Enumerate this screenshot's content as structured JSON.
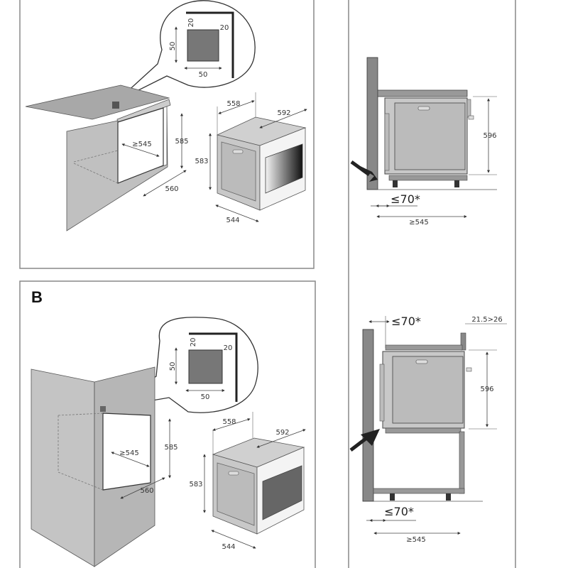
{
  "panel_a": {
    "detail": {
      "gap_top": "20",
      "gap_side": "20",
      "height": "50",
      "width": "50"
    },
    "cutout": {
      "depth": "≥545",
      "height": "585",
      "width": "560"
    },
    "oven": {
      "depth": "558",
      "width": "592",
      "height": "583",
      "body_depth": "544"
    }
  },
  "panel_b": {
    "label": "B",
    "detail": {
      "gap_top": "20",
      "gap_side": "20",
      "height": "50",
      "width": "50"
    },
    "cutout": {
      "depth": "≥545",
      "height": "585",
      "width": "560"
    },
    "oven": {
      "depth": "558",
      "width": "592",
      "height": "583",
      "body_depth": "544"
    }
  },
  "side_top": {
    "height": "596",
    "gap": "≤70*",
    "depth": "≥545"
  },
  "side_bottom": {
    "gap_top": "≤70*",
    "panel_thickness": "21.5>26",
    "height": "596",
    "gap_bottom": "≤70*",
    "depth": "≥545"
  },
  "colors": {
    "cabinet": "#b8b8b8",
    "dark": "#6e6e6e",
    "line": "#333333",
    "oven_front": "#d9d9d9"
  }
}
